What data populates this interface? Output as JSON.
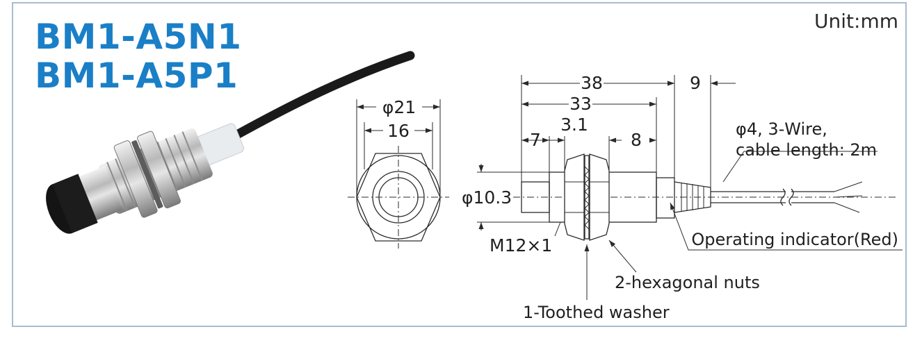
{
  "models": [
    "BM1-A5N1",
    "BM1-A5P1"
  ],
  "unit_label": "Unit:mm",
  "front_view": {
    "outer_dim": "φ21",
    "inner_dim": "16"
  },
  "side_view": {
    "dims": {
      "total": "38",
      "body": "33",
      "cable_exit": "9",
      "front": "7",
      "washer": "3.1",
      "rear": "8",
      "diameter": "φ10.3",
      "thread": "M12×1"
    },
    "cable_note_1": "φ4, 3-Wire,",
    "cable_note_2": "cable length: 2m",
    "callouts": {
      "indicator": "Operating indicator(Red)",
      "nuts": "2-hexagonal nuts",
      "washer": "1-Toothed washer"
    }
  },
  "colors": {
    "title": "#1a7fc7",
    "frame": "#a9bccd",
    "line": "#2a2a2a"
  }
}
